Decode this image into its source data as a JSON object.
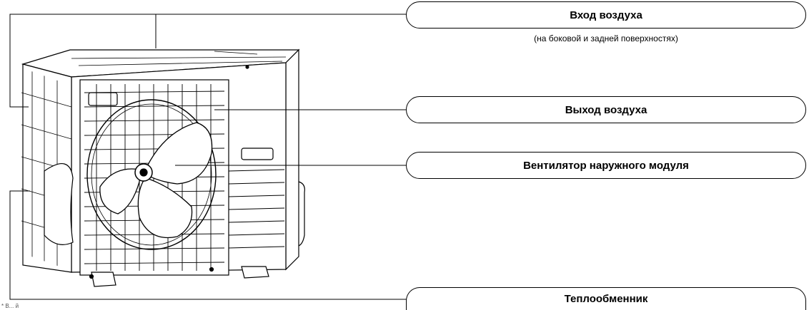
{
  "labels": {
    "air_inlet": "Вход воздуха",
    "air_inlet_note": "(на боковой и задней поверхностях)",
    "air_outlet": "Выход воздуха",
    "outdoor_fan": "Вентилятор наружного модуля",
    "heat_exchanger": "Теплообменник"
  },
  "footer_fragment": "* В...     й"
}
